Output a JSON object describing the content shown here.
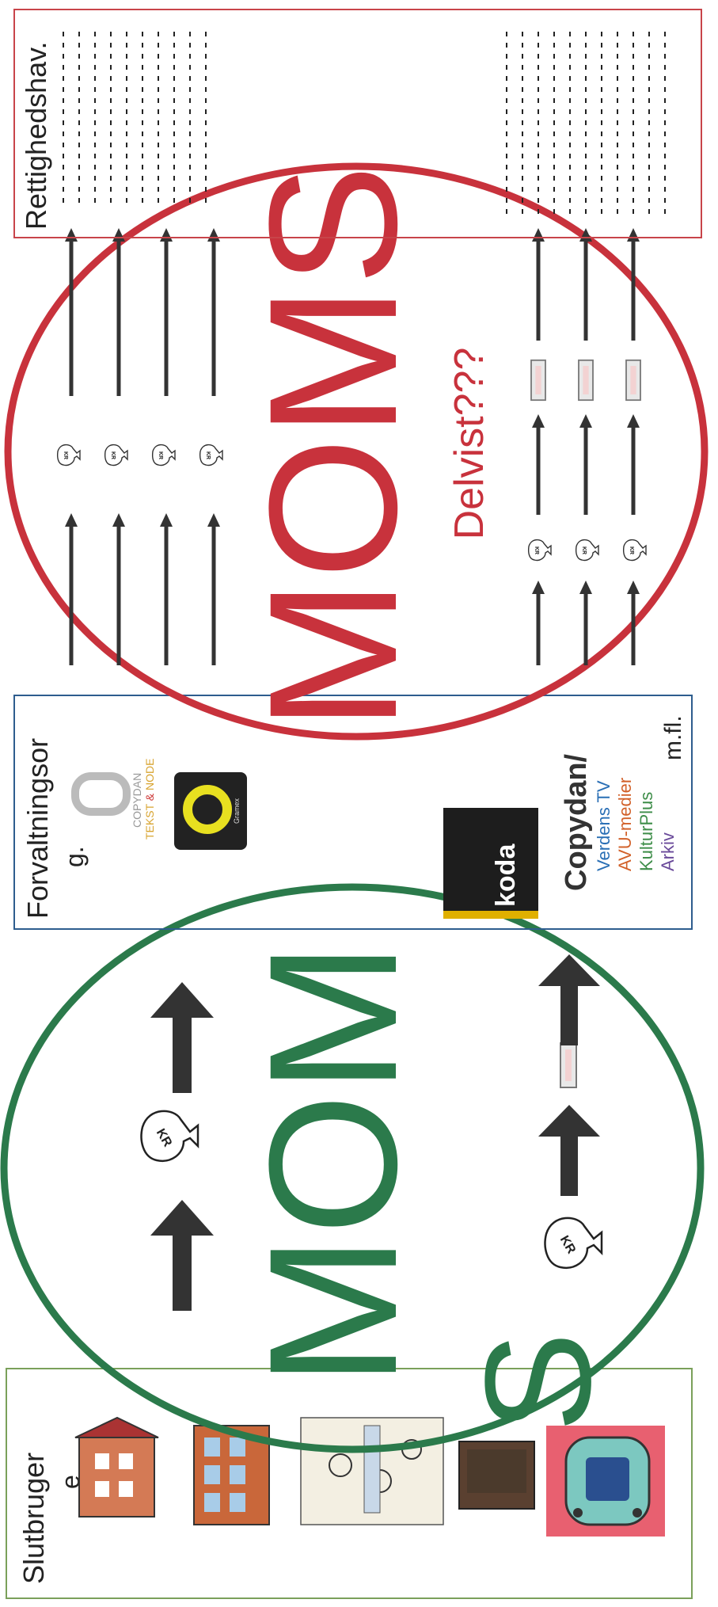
{
  "boxes": {
    "slutbruger": {
      "line1": "Slutbruger",
      "line2": "e",
      "border_color": "#7aa05a"
    },
    "forvaltning": {
      "line1": "Forvaltningsor",
      "line2": "g.",
      "border_color": "#2e5d8e"
    },
    "rettigheds": {
      "line1": "Rettighedshav.",
      "border_color": "#c8444a"
    }
  },
  "logos": {
    "copydan_tekst": {
      "line1": "COPYDAN",
      "line2_a": "TEKST",
      "line2_amp": "&",
      "line2_b": "NODE"
    },
    "gramex": {
      "name": "Gramex"
    },
    "koda": {
      "name": "koda"
    },
    "copydan_brands": {
      "title": "Copydan/",
      "items": [
        "Verdens TV",
        "AVU-medier",
        "KulturPlus",
        "Arkiv"
      ],
      "colors": [
        "#2a6fb5",
        "#d2612a",
        "#3f8e4a",
        "#6a4a9a"
      ]
    },
    "mfl": "m.fl."
  },
  "circles": {
    "left": {
      "main": "MOM",
      "extra": "S",
      "color": "#2b7a4b"
    },
    "right": {
      "main": "MOMS",
      "sub": "Delvist???",
      "color": "#c8323c"
    }
  },
  "icons": {
    "money_bag": "KR",
    "organisation": "ORGANISATION"
  },
  "colors": {
    "arrow": "#333333",
    "text": "#222222"
  }
}
